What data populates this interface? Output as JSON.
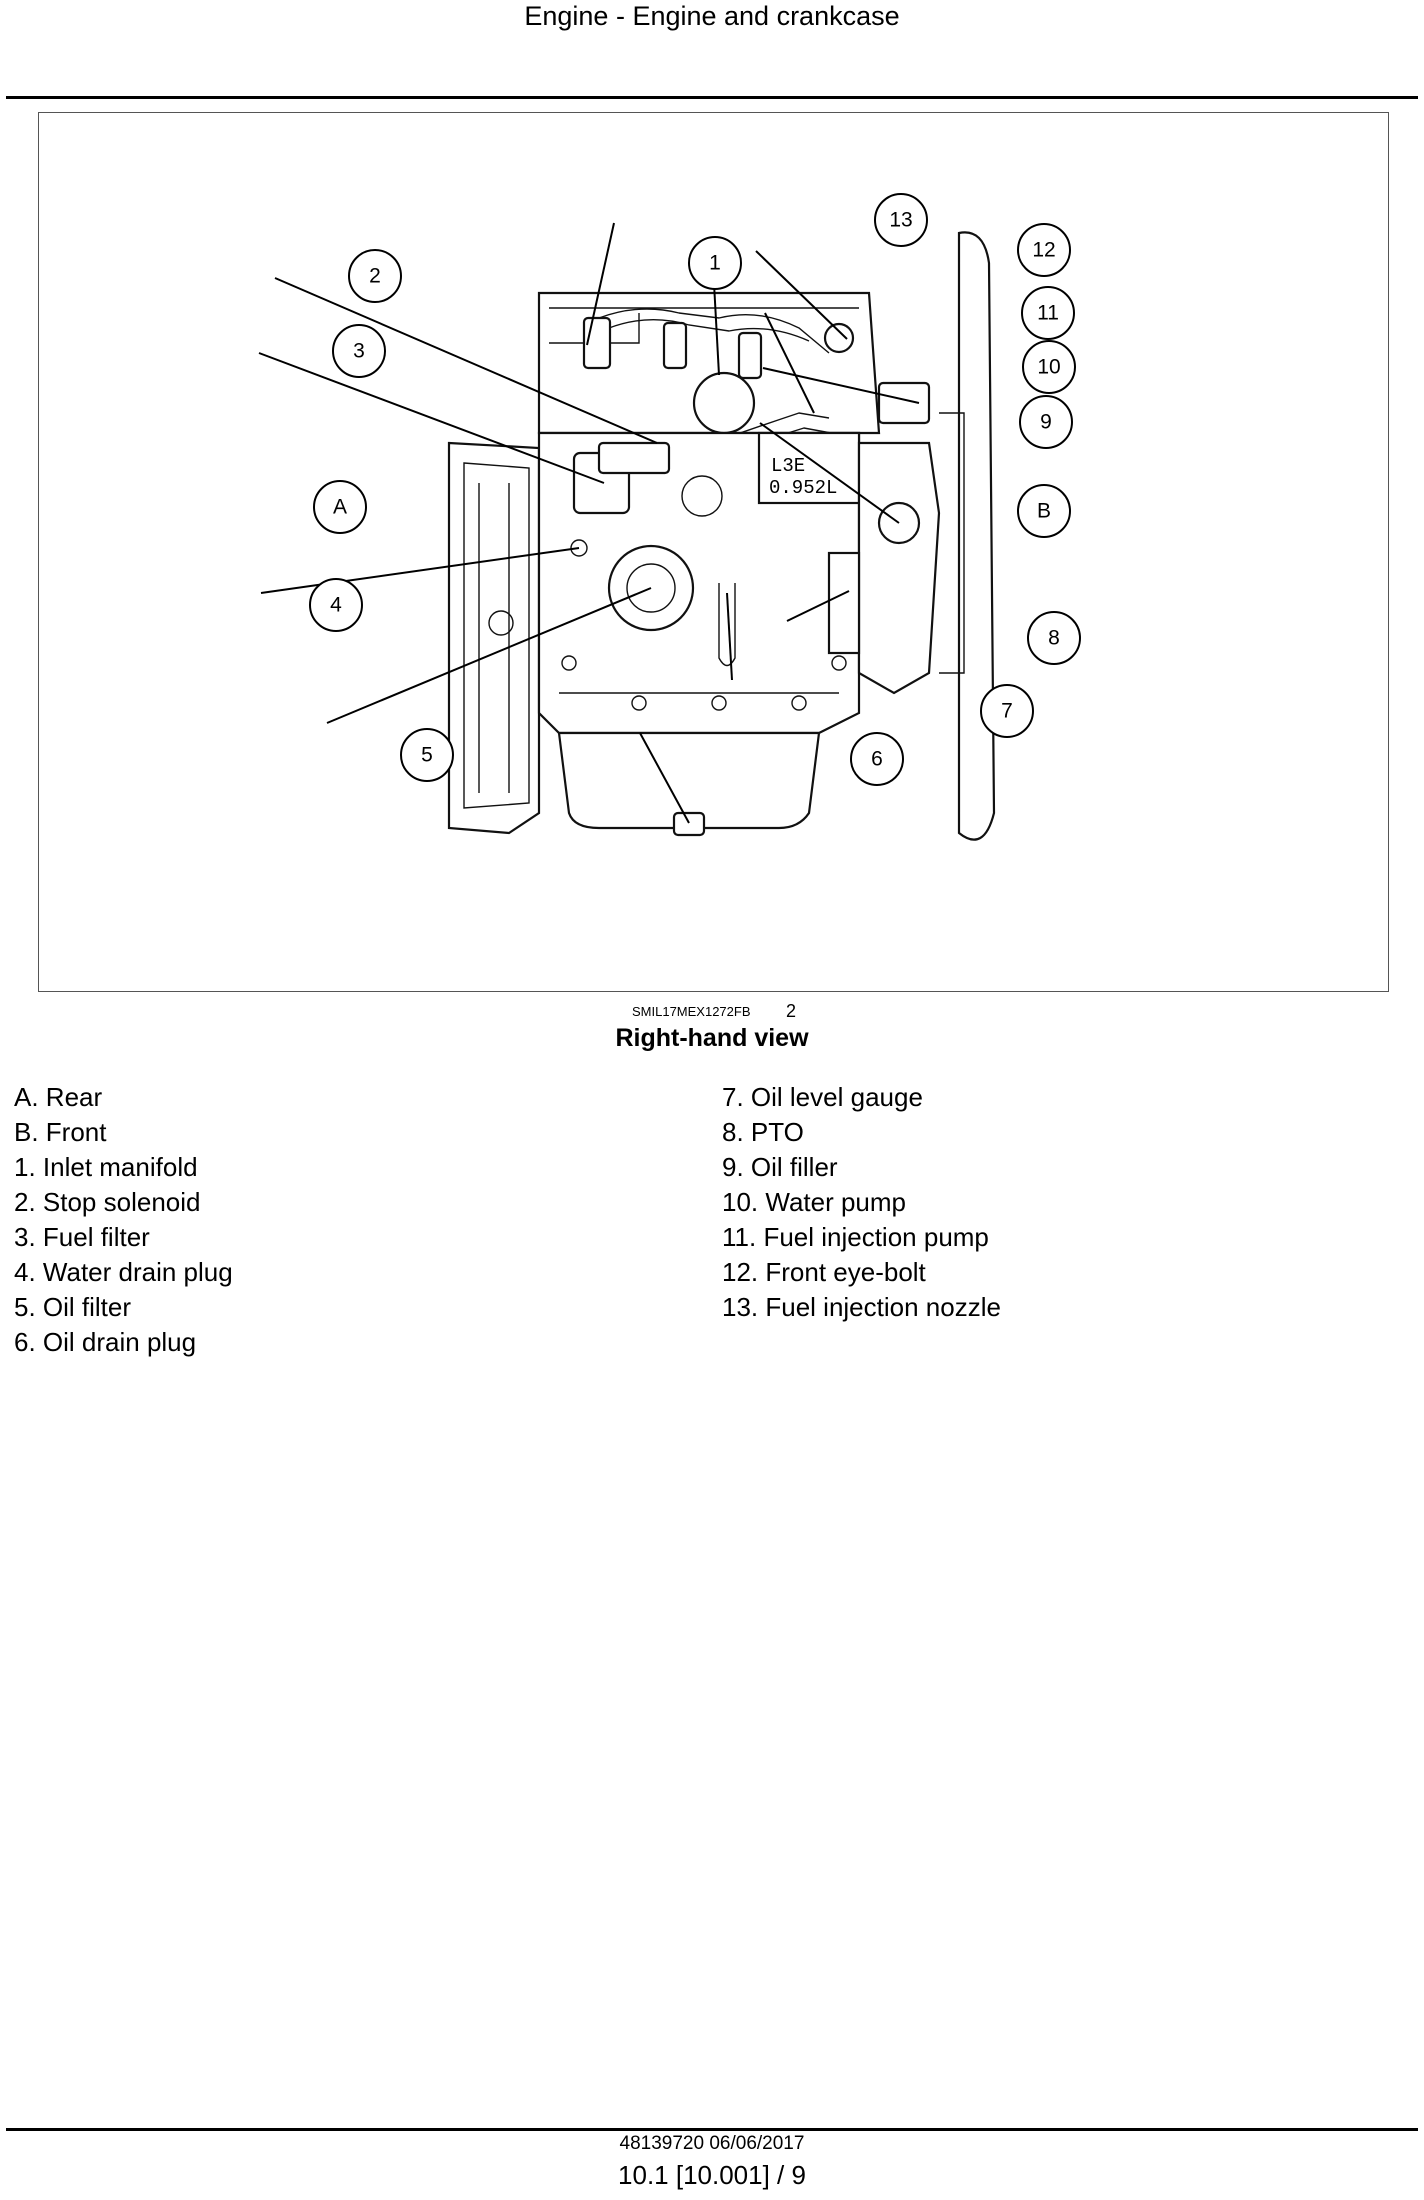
{
  "header": {
    "title": "Engine - Engine and crankcase"
  },
  "figure": {
    "code": "SMIL17MEX1272FB",
    "number": "2",
    "caption": "Right-hand view",
    "engine_marking": [
      "L3E",
      "0.952L"
    ],
    "callouts": [
      "1",
      "2",
      "3",
      "4",
      "5",
      "6",
      "7",
      "8",
      "9",
      "10",
      "11",
      "12",
      "13",
      "A",
      "B"
    ]
  },
  "legend": {
    "left": [
      "A. Rear",
      "B. Front",
      "1.  Inlet manifold",
      "2.  Stop solenoid",
      "3.  Fuel filter",
      "4.  Water drain plug",
      "5.  Oil filter",
      "6.  Oil drain plug"
    ],
    "right": [
      "7.  Oil level gauge",
      "8.  PTO",
      "9.  Oil filler",
      "10.  Water pump",
      "11.  Fuel injection pump",
      "12.  Front eye-bolt",
      "13.  Fuel injection nozzle"
    ]
  },
  "footer": {
    "doc": "48139720 06/06/2017",
    "page": "10.1 [10.001] / 9"
  }
}
